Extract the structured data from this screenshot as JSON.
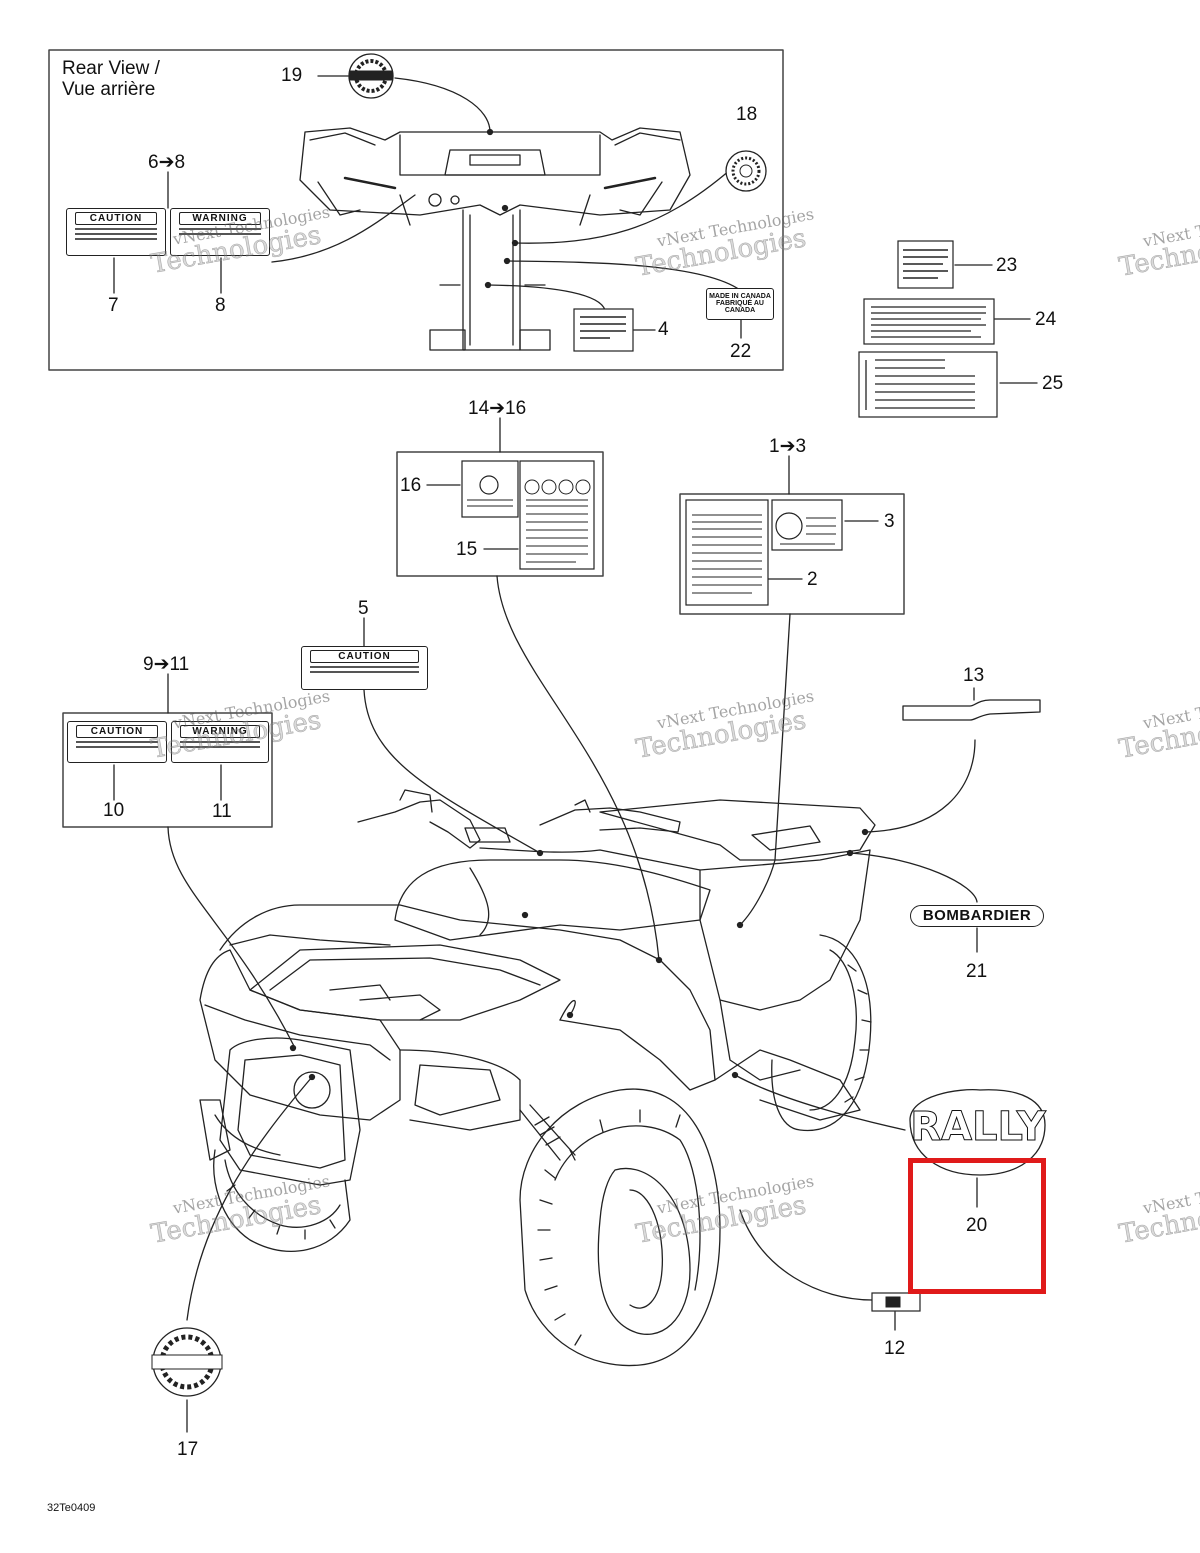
{
  "rear_view": {
    "title_line1": "Rear View /",
    "title_line2": "Vue arrière"
  },
  "callouts": {
    "c19": "19",
    "c18": "18",
    "c6_8": "6➔8",
    "c7": "7",
    "c8": "8",
    "c4": "4",
    "c22": "22",
    "c23": "23",
    "c24": "24",
    "c25": "25",
    "c14_16": "14➔16",
    "c16": "16",
    "c15": "15",
    "c1_3": "1➔3",
    "c3": "3",
    "c2": "2",
    "c5": "5",
    "c9_11": "9➔11",
    "c10": "10",
    "c11": "11",
    "c13": "13",
    "c21": "21",
    "c20": "20",
    "c12": "12",
    "c17": "17"
  },
  "labels": {
    "caution": "CAUTION",
    "warning": "WARNING",
    "made_in_canada_1": "MADE IN CANADA",
    "made_in_canada_2": "FABRIQUÉ AU CANADA",
    "bombardier": "BOMBARDIER",
    "rally": "RALLY"
  },
  "watermark": {
    "line1": "vNext Technologies",
    "line2": "Technologies"
  },
  "drawing_code": "32Te0409",
  "colors": {
    "highlight": "#e01a1a",
    "line": "#222222"
  }
}
